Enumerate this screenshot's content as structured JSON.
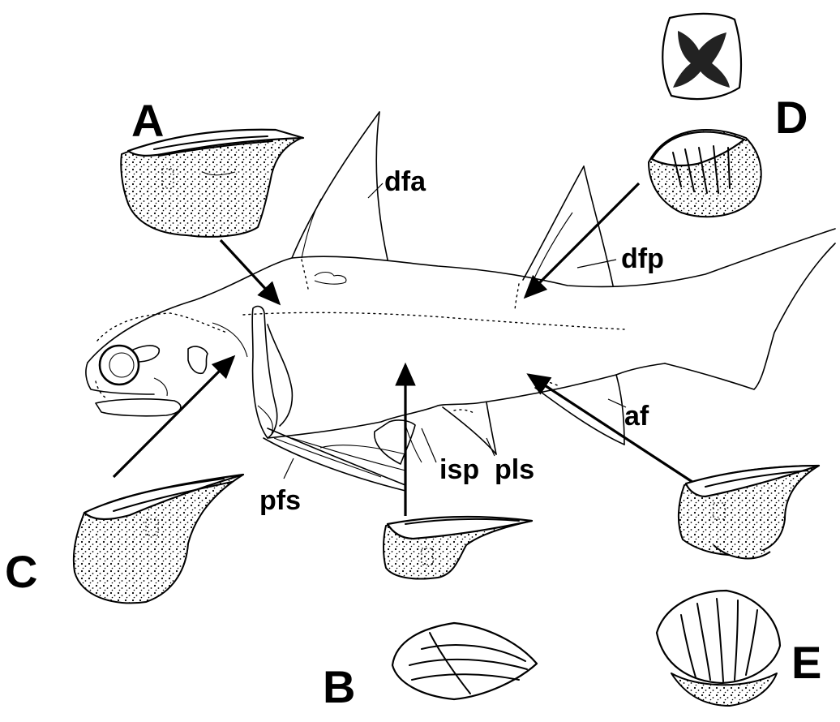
{
  "panels": {
    "A": "A",
    "B": "B",
    "C": "C",
    "D": "D",
    "E": "E"
  },
  "labels": {
    "dfa": "dfa",
    "dfp": "dfp",
    "af": "af",
    "isp": "isp",
    "pls": "pls",
    "pfs": "pfs"
  }
}
